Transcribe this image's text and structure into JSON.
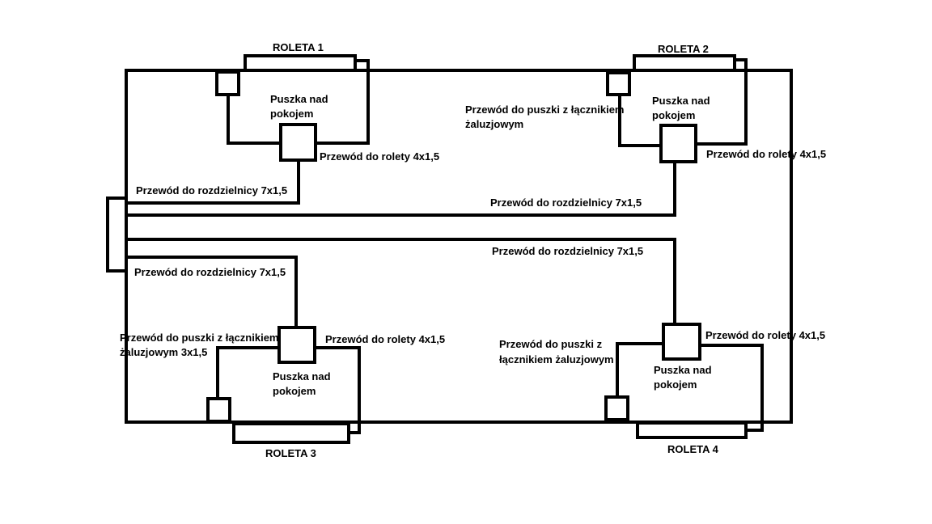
{
  "colors": {
    "line": "#000000",
    "background": "#ffffff"
  },
  "blinds": {
    "r1": "ROLETA 1",
    "r2": "ROLETA 2",
    "r3": "ROLETA 3",
    "r4": "ROLETA 4"
  },
  "boxes": {
    "b1_line1": "Puszka nad",
    "b1_line2": "pokojem",
    "b2_line1": "Puszka nad",
    "b2_line2": "pokojem",
    "b3_line1": "Puszka nad",
    "b3_line2": "pokojem",
    "b4_line1": "Puszka nad",
    "b4_line2": "pokojem"
  },
  "wires": {
    "blind_1": "Przewód do rolety 4x1,5",
    "blind_2": "Przewód do rolety 4x1,5",
    "blind_3": "Przewód do rolety 4x1,5",
    "blind_4": "Przewód do rolety 4x1,5",
    "panel_1": "Przewód do rozdzielnicy 7x1,5",
    "panel_2": "Przewód do rozdzielnicy 7x1,5",
    "panel_3": "Przewód do rozdzielnicy 7x1,5",
    "panel_4": "Przewód do rozdzielnicy 7x1,5",
    "switch_2_line1": "Przewód do puszki z łącznikiem",
    "switch_2_line2": "żaluzjowym",
    "switch_3_line1": "Przewód do puszki z łącznikiem",
    "switch_3_line2": "żaluzjowym 3x1,5",
    "switch_4_line1": "Przewód do puszki z",
    "switch_4_line2": "łącznikiem żaluzjowym"
  }
}
